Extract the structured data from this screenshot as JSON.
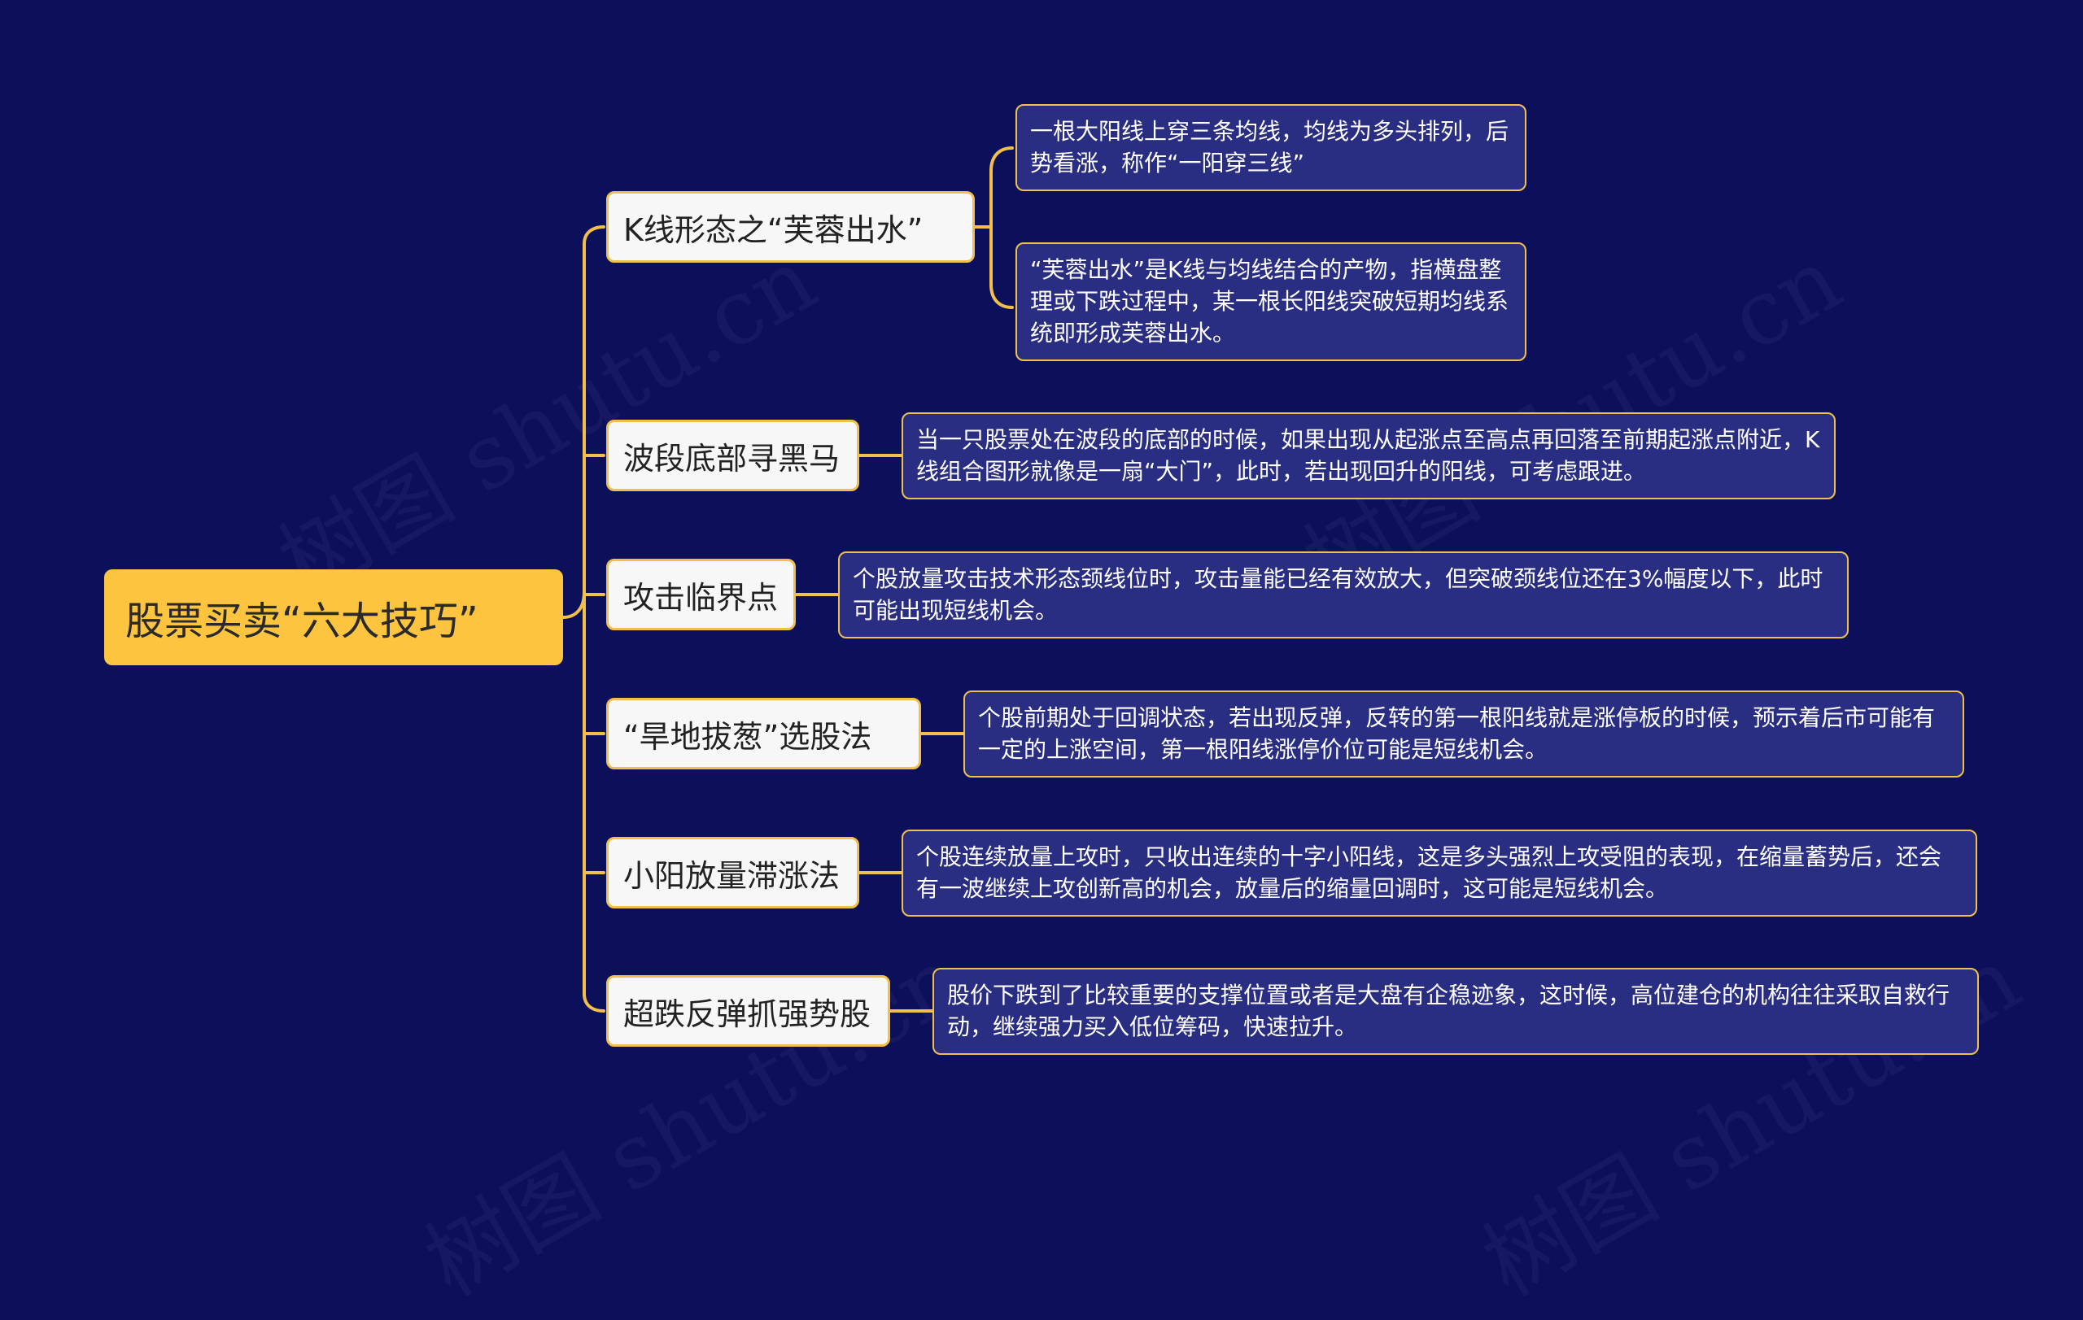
{
  "mindmap": {
    "root": "股票买卖“六大技巧”",
    "branches": [
      {
        "label": "K线形态之“芙蓉出水”",
        "details": [
          "一根大阳线上穿三条均线，均线为多头排列，后势看涨，称作“一阳穿三线”",
          "“芙蓉出水”是K线与均线结合的产物，指横盘整理或下跌过程中，某一根长阳线突破短期均线系统即形成芙蓉出水。"
        ]
      },
      {
        "label": "波段底部寻黑马",
        "details": [
          "当一只股票处在波段的底部的时候，如果出现从起涨点至高点再回落至前期起涨点附近，K线组合图形就像是一扇“大门”，此时，若出现回升的阳线，可考虑跟进。"
        ]
      },
      {
        "label": "攻击临界点",
        "details": [
          "个股放量攻击技术形态颈线位时，攻击量能已经有效放大，但突破颈线位还在3%幅度以下，此时可能出现短线机会。"
        ]
      },
      {
        "label": "“旱地拔葱”选股法",
        "details": [
          "个股前期处于回调状态，若出现反弹，反转的第一根阳线就是涨停板的时候，预示着后市可能有一定的上涨空间，第一根阳线涨停价位可能是短线机会。"
        ]
      },
      {
        "label": "小阳放量滞涨法",
        "details": [
          "个股连续放量上攻时，只收出连续的十字小阳线，这是多头强烈上攻受阻的表现，在缩量蓄势后，还会有一波继续上攻创新高的机会，放量后的缩量回调时，这可能是短线机会。"
        ]
      },
      {
        "label": "超跌反弹抓强势股",
        "details": [
          "股价下跌到了比较重要的支撑位置或者是大盘有企稳迹象，这时候，高位建仓的机构往往采取自救行动，继续强力买入低位筹码，快速拉升。"
        ]
      }
    ]
  },
  "watermark": "树图 shutu.cn",
  "colors": {
    "background": "#0c0f5a",
    "root_fill": "#fdc440",
    "connector": "#f1c04a",
    "branch_fill": "#f7f7f7",
    "leaf_fill": "#2a2e82"
  }
}
